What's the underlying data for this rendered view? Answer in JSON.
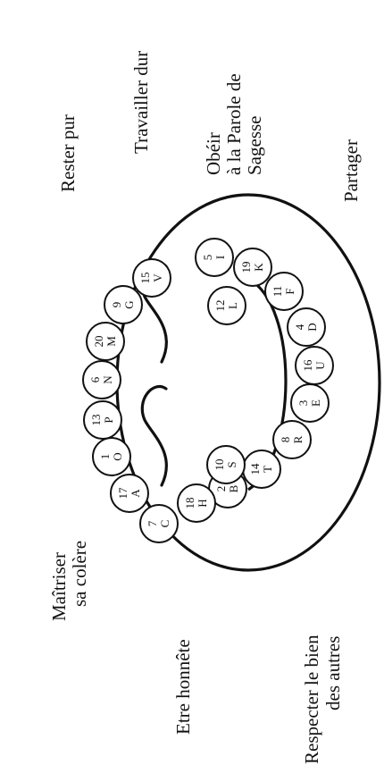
{
  "virtues": {
    "maitriser": [
      "Maîtriser",
      "sa colère"
    ],
    "honnete": [
      "Etre honnête"
    ],
    "respecter": [
      "Respecter le bien",
      "des autres"
    ],
    "rester_pur": [
      "Rester pur"
    ],
    "travailler": [
      "Travailler dur"
    ],
    "obeir": [
      "Obéir",
      "à la Parole de",
      "Sagesse"
    ],
    "partager": [
      "Partager"
    ]
  },
  "tokens": [
    {
      "n": "7",
      "l": "C"
    },
    {
      "n": "17",
      "l": "A"
    },
    {
      "n": "1",
      "l": "O"
    },
    {
      "n": "13",
      "l": "P"
    },
    {
      "n": "6",
      "l": "N"
    },
    {
      "n": "20",
      "l": "M"
    },
    {
      "n": "9",
      "l": "G"
    },
    {
      "n": "15",
      "l": "V"
    },
    {
      "n": "5",
      "l": "I"
    },
    {
      "n": "19",
      "l": "K"
    },
    {
      "n": "11",
      "l": "F"
    },
    {
      "n": "4",
      "l": "D"
    },
    {
      "n": "16",
      "l": "U"
    },
    {
      "n": "3",
      "l": "E"
    },
    {
      "n": "8",
      "l": "R"
    },
    {
      "n": "14",
      "l": "T"
    },
    {
      "n": "2",
      "l": "B"
    },
    {
      "n": "18",
      "l": "H"
    },
    {
      "n": "10",
      "l": "S"
    },
    {
      "n": "12",
      "l": "L"
    }
  ],
  "colors": {
    "ink": "#111111",
    "background": "#ffffff"
  }
}
